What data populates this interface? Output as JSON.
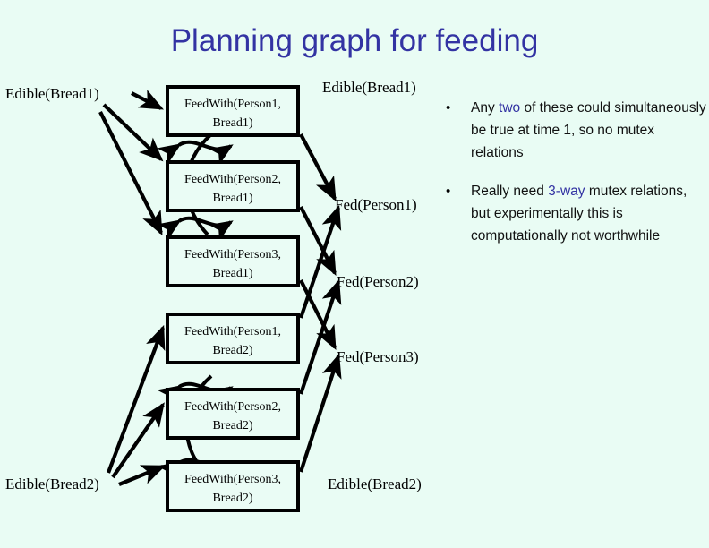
{
  "slide": {
    "title": "Planning graph for feeding",
    "background_color": "#e9fcf4",
    "title_color": "#3333a3",
    "highlight_color": "#3333a3",
    "ink_color": "#000000"
  },
  "propositions": {
    "level0_left": [
      {
        "label": "Edible(Bread1)"
      },
      {
        "label": "Edible(Bread2)"
      }
    ],
    "level1_right": [
      {
        "label": "Edible(Bread1)"
      },
      {
        "label": "Fed(Person1)"
      },
      {
        "label": "Fed(Person2)"
      },
      {
        "label": "Fed(Person3)"
      },
      {
        "label": "Edible(Bread2)"
      }
    ]
  },
  "actions": [
    {
      "line1": "FeedWith(Person1,",
      "line2": "Bread1)"
    },
    {
      "line1": "FeedWith(Person2,",
      "line2": "Bread1)"
    },
    {
      "line1": "FeedWith(Person3,",
      "line2": "Bread1)"
    },
    {
      "line1": "FeedWith(Person1,",
      "line2": "Bread2)"
    },
    {
      "line1": "FeedWith(Person2,",
      "line2": "Bread2)"
    },
    {
      "line1": "FeedWith(Person3,",
      "line2": "Bread2)"
    }
  ],
  "notes": {
    "bullet_glyph": "•",
    "items": [
      {
        "seg1": "Any ",
        "highlight": "two",
        "seg2": " of these could simultaneously be true at time 1, so no mutex relations"
      },
      {
        "seg1": "Really need ",
        "highlight": "3-way",
        "seg2": " mutex relations, but experimentally this is computationally not worthwhile"
      }
    ]
  }
}
